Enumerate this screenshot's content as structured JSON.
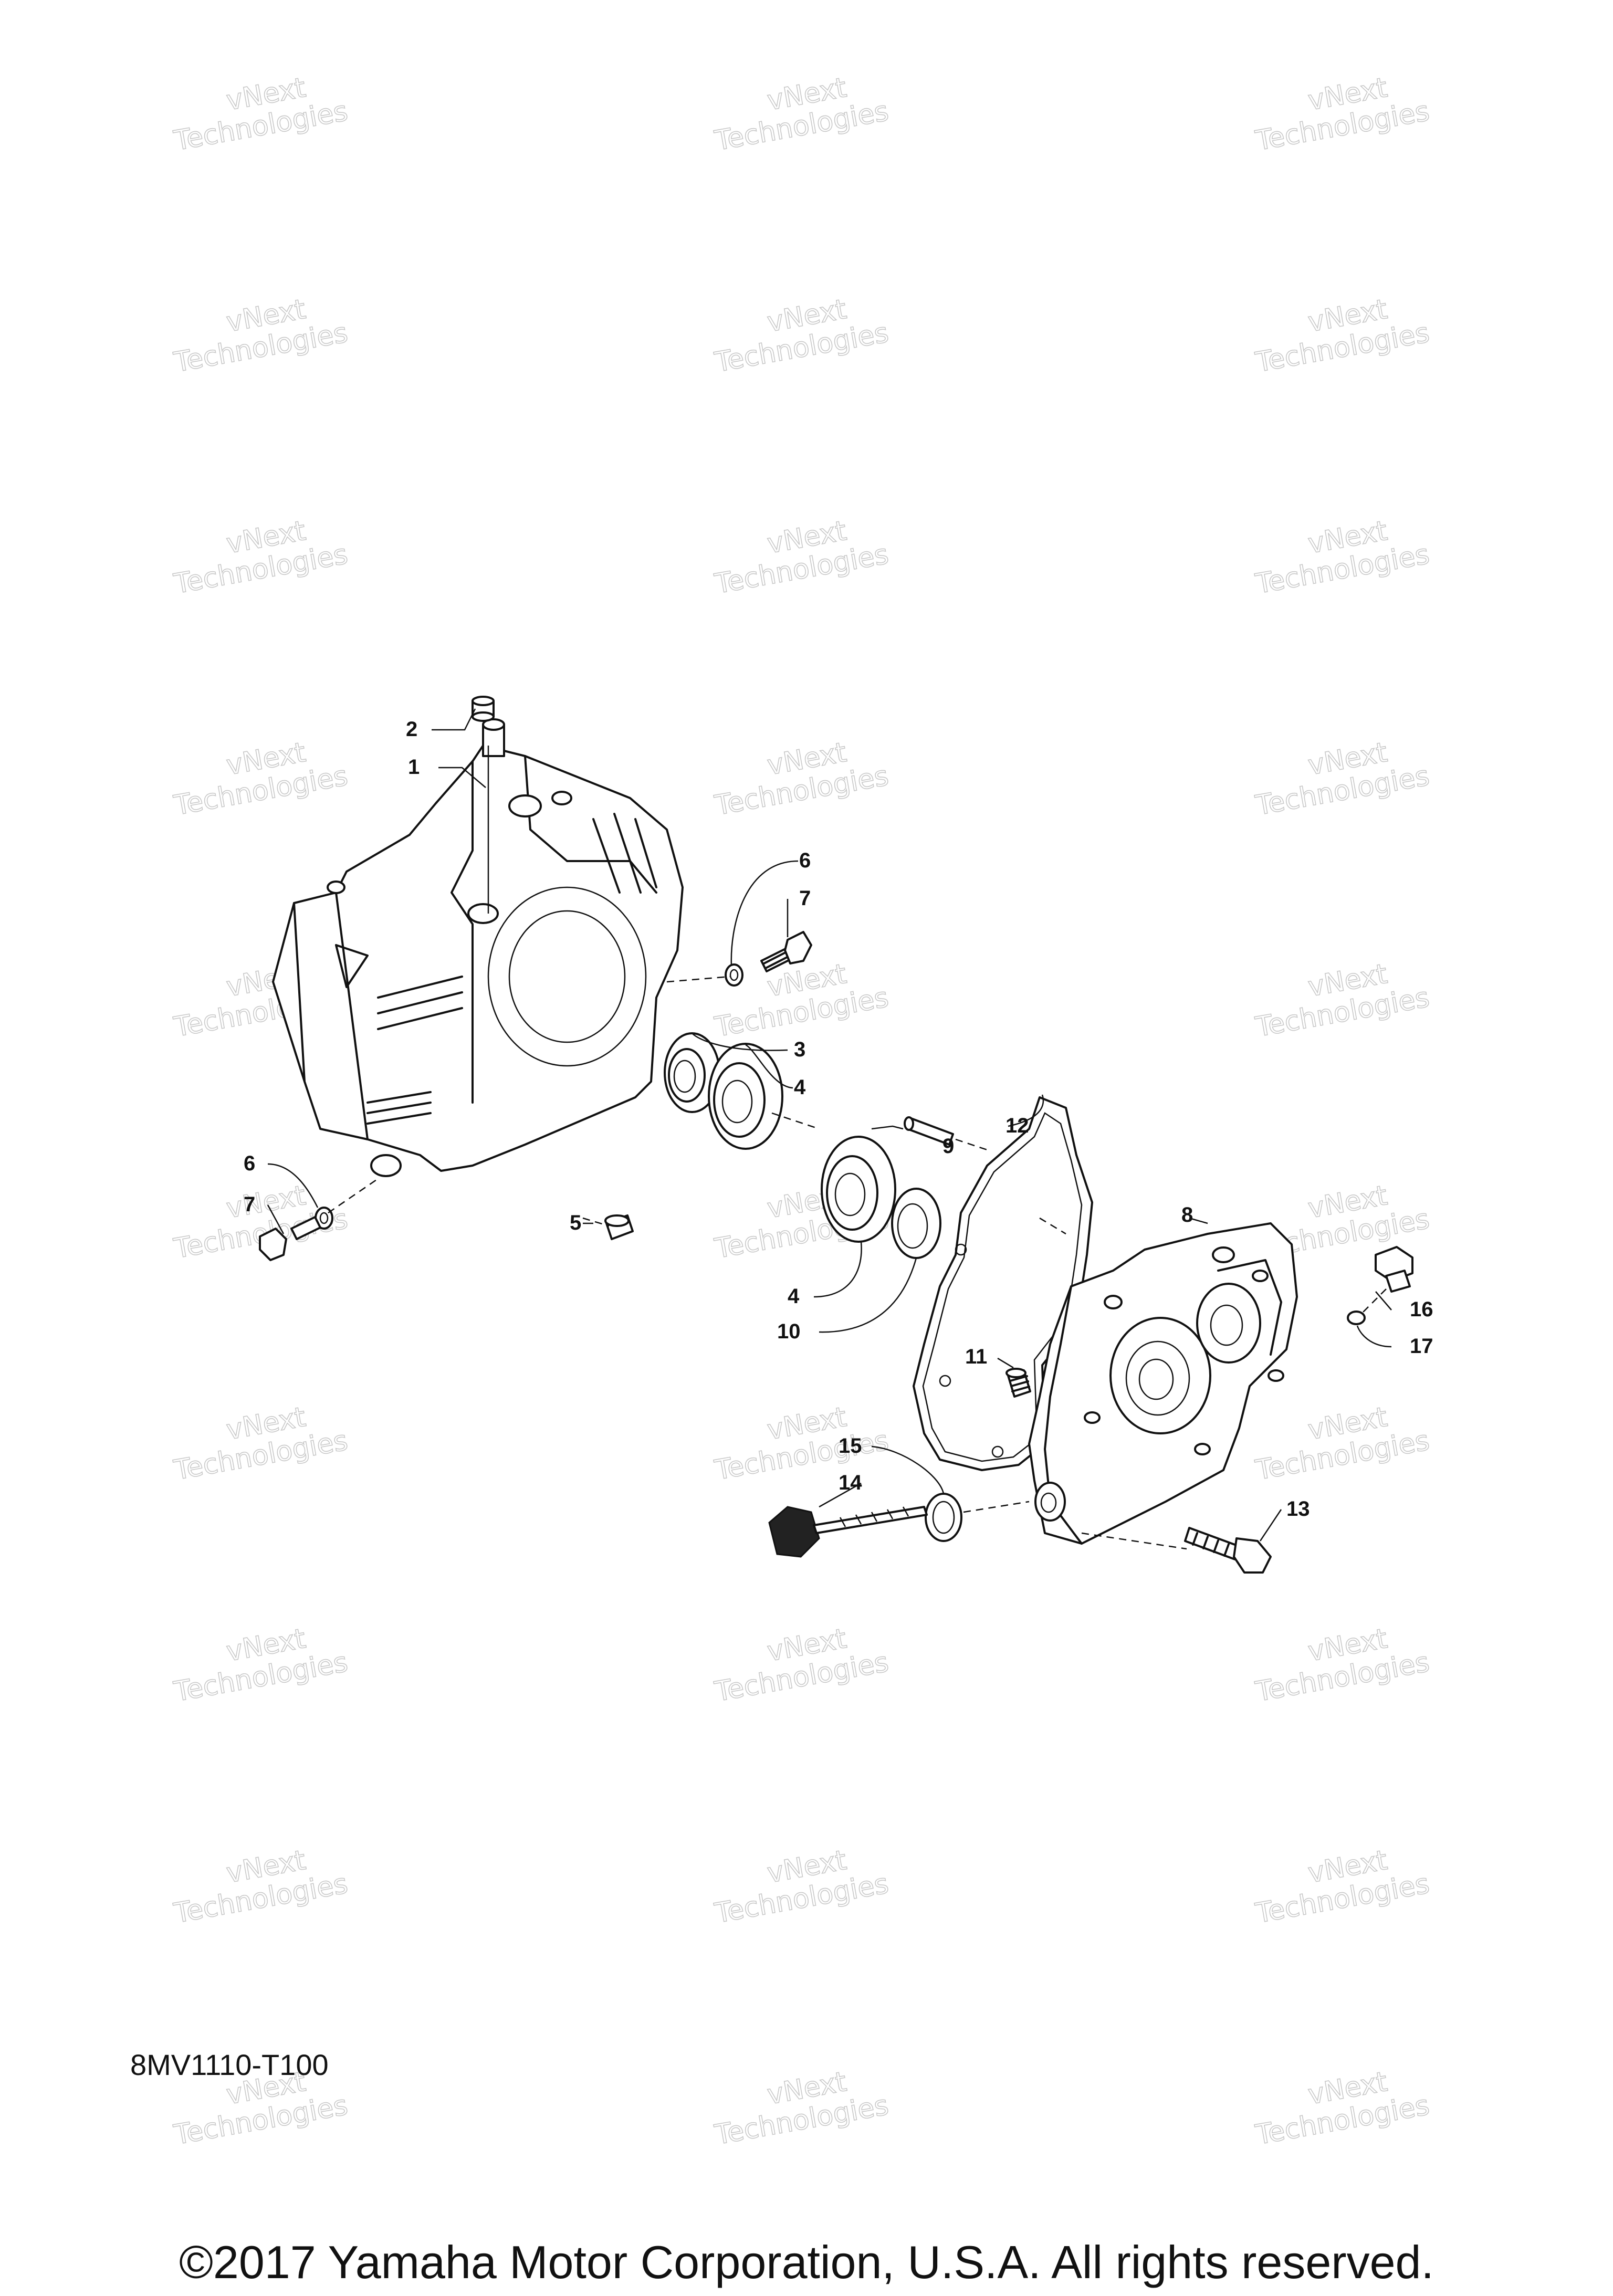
{
  "diagram": {
    "drawing_code": "8MV1110-T100",
    "copyright": "©2017 Yamaha Motor Corporation, U.S.A. All rights reserved.",
    "watermark": [
      "vNext",
      "Technologies"
    ],
    "part_labels": [
      {
        "id": "p2",
        "text": "2"
      },
      {
        "id": "p1",
        "text": "1"
      },
      {
        "id": "p6a",
        "text": "6"
      },
      {
        "id": "p7a",
        "text": "7"
      },
      {
        "id": "p3",
        "text": "3"
      },
      {
        "id": "p4a",
        "text": "4"
      },
      {
        "id": "p12",
        "text": "12"
      },
      {
        "id": "p9",
        "text": "9"
      },
      {
        "id": "p6b",
        "text": "6"
      },
      {
        "id": "p7b",
        "text": "7"
      },
      {
        "id": "p5",
        "text": "5"
      },
      {
        "id": "p8",
        "text": "8"
      },
      {
        "id": "p16",
        "text": "16"
      },
      {
        "id": "p17",
        "text": "17"
      },
      {
        "id": "p4b",
        "text": "4"
      },
      {
        "id": "p10",
        "text": "10"
      },
      {
        "id": "p11",
        "text": "11"
      },
      {
        "id": "p15",
        "text": "15"
      },
      {
        "id": "p14",
        "text": "14"
      },
      {
        "id": "p13",
        "text": "13"
      }
    ]
  }
}
